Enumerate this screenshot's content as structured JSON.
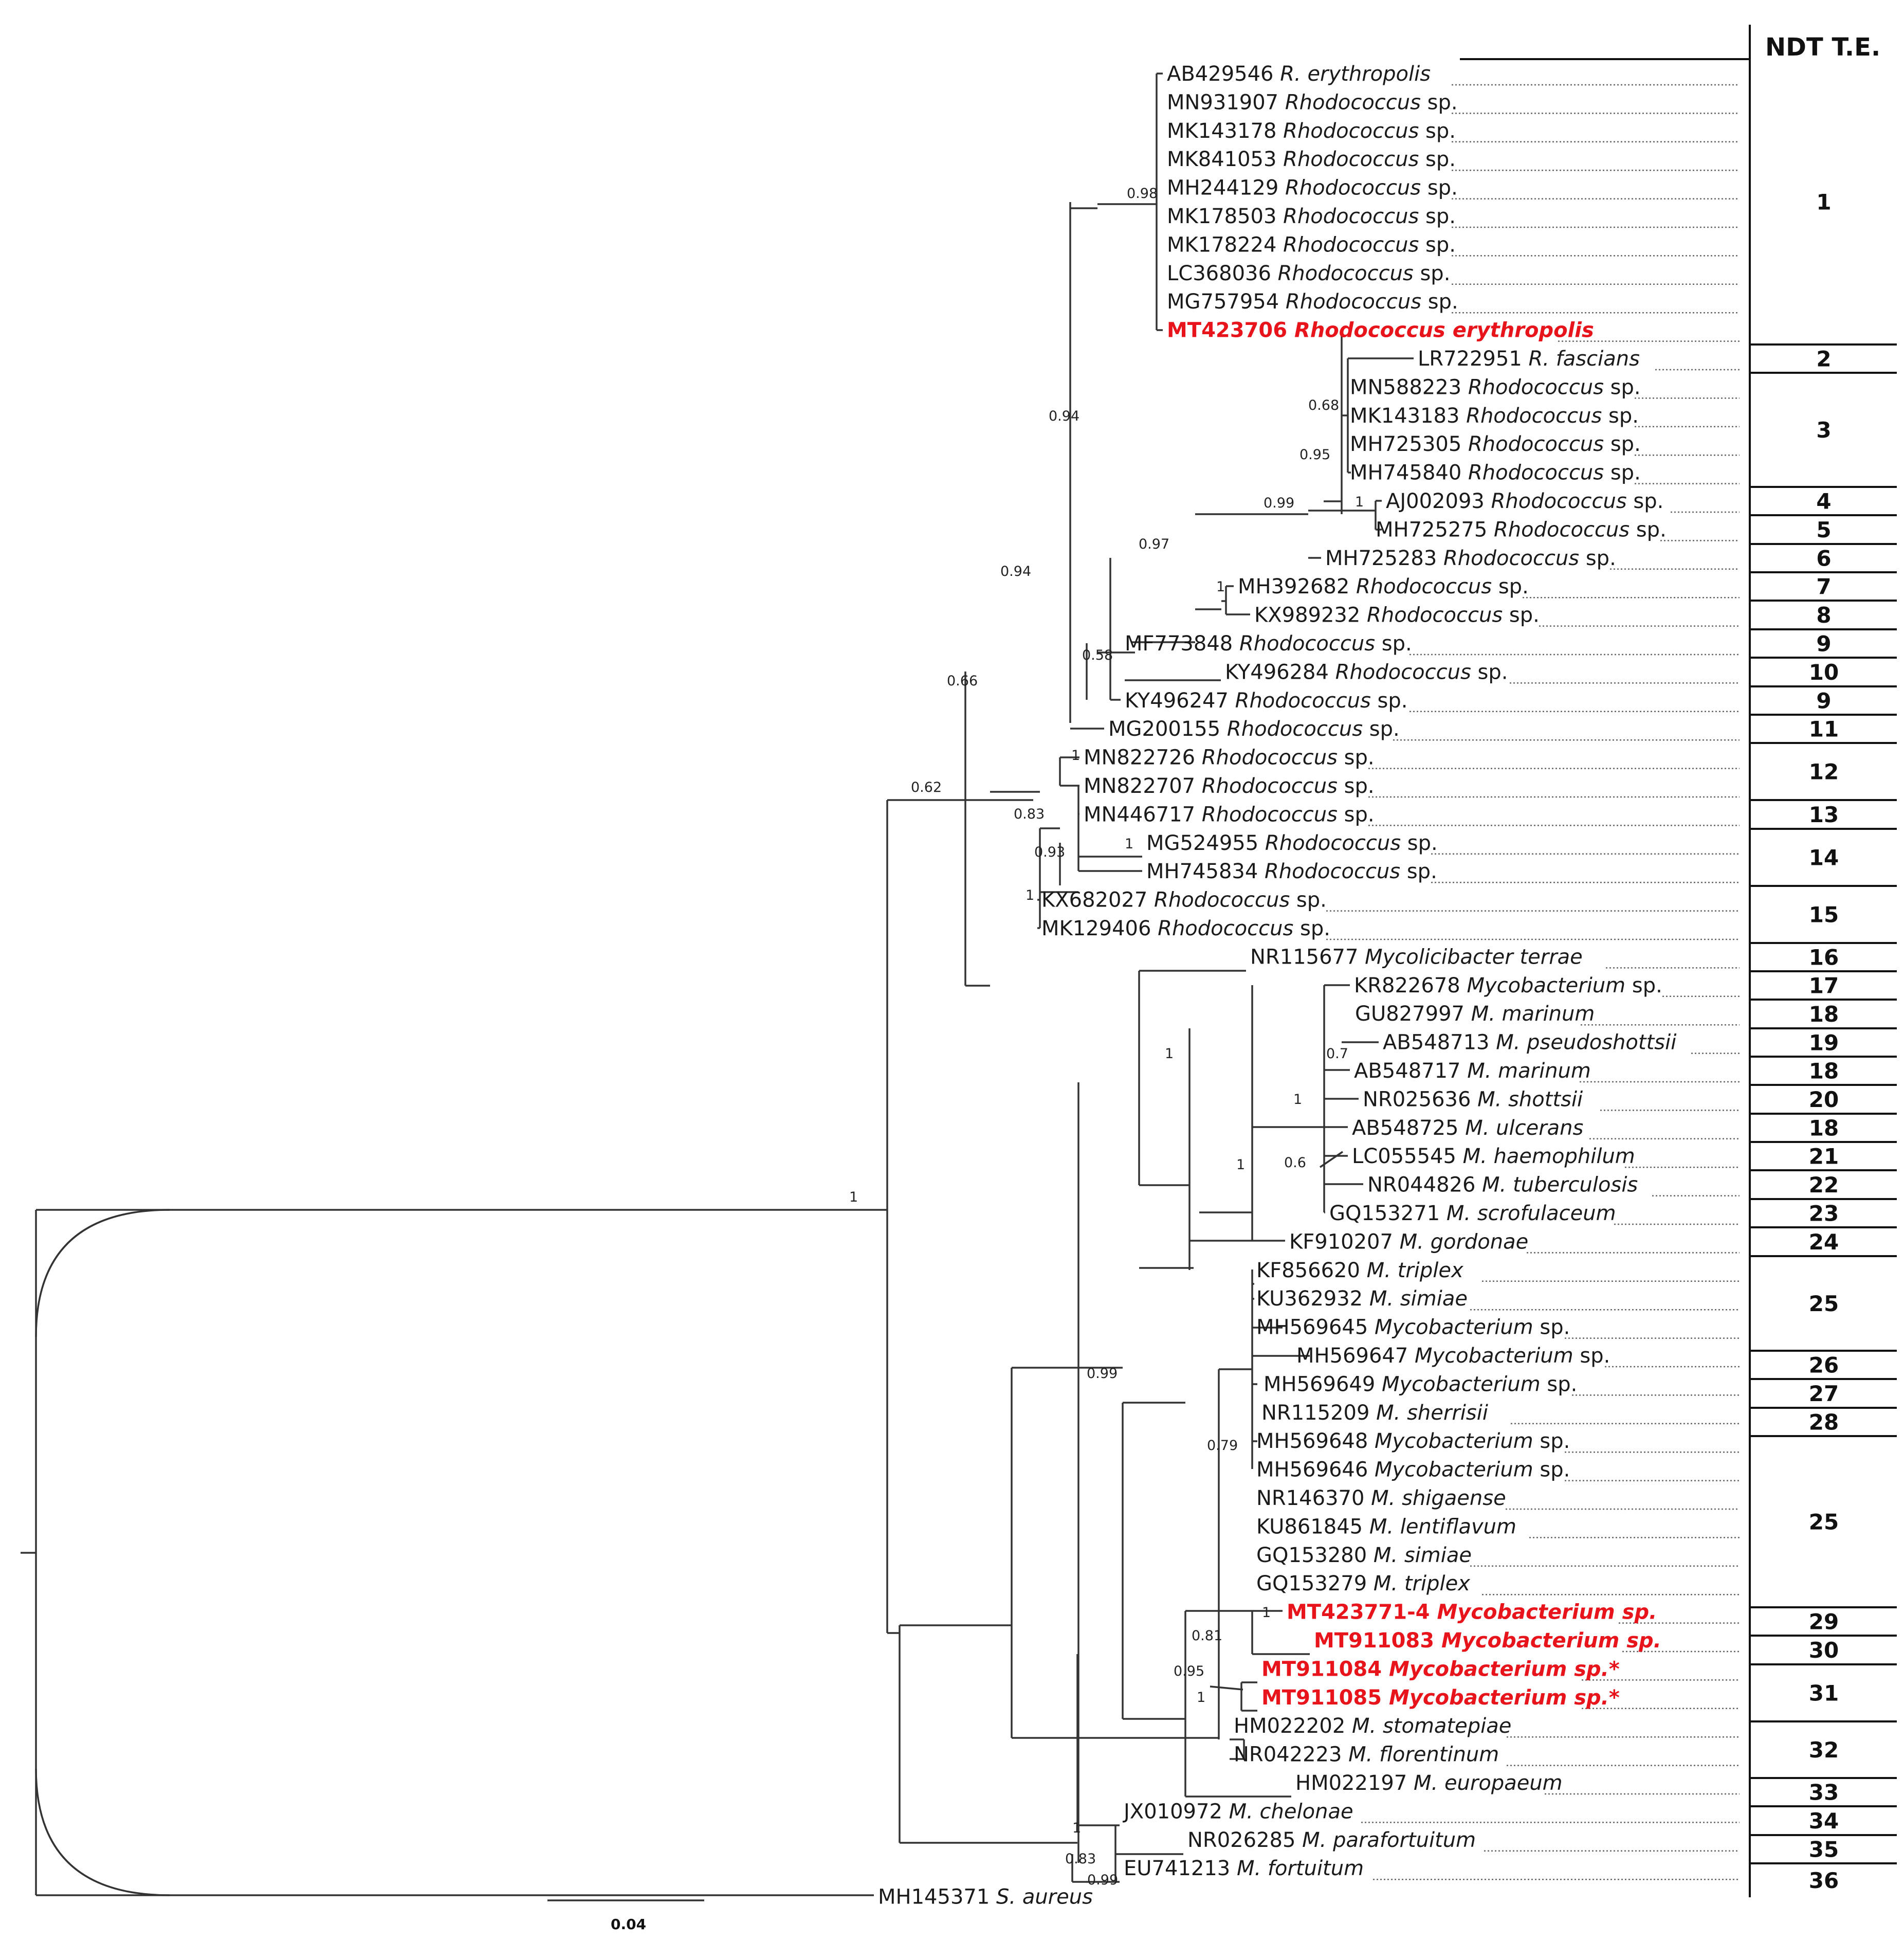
{
  "header": {
    "title": "NDT T.E."
  },
  "scale": {
    "label": "0.04"
  },
  "leaves": [
    {
      "acc": "AB429546",
      "name": "R. erythropolis",
      "suffix": ""
    },
    {
      "acc": "MN931907",
      "name": "Rhodococcus",
      "suffix": "sp."
    },
    {
      "acc": "MK143178",
      "name": "Rhodococcus",
      "suffix": "sp."
    },
    {
      "acc": "MK841053",
      "name": "Rhodococcus",
      "suffix": "sp."
    },
    {
      "acc": "MH244129",
      "name": "Rhodococcus",
      "suffix": "sp."
    },
    {
      "acc": "MK178503",
      "name": "Rhodococcus",
      "suffix": "sp."
    },
    {
      "acc": "MK178224",
      "name": "Rhodococcus",
      "suffix": "sp."
    },
    {
      "acc": "LC368036",
      "name": "Rhodococcus",
      "suffix": "sp."
    },
    {
      "acc": "MG757954",
      "name": "Rhodococcus",
      "suffix": "sp."
    },
    {
      "acc": "MT423706",
      "name": "Rhodococcus erythropolis",
      "suffix": "",
      "highlight": true
    },
    {
      "acc": "LR722951",
      "name": "R. fascians",
      "suffix": ""
    },
    {
      "acc": "MN588223",
      "name": "Rhodococcus",
      "suffix": "sp."
    },
    {
      "acc": "MK143183",
      "name": "Rhodococcus",
      "suffix": "sp."
    },
    {
      "acc": "MH725305",
      "name": "Rhodococcus",
      "suffix": "sp."
    },
    {
      "acc": "MH745840",
      "name": "Rhodococcus",
      "suffix": "sp."
    },
    {
      "acc": "AJ002093",
      "name": "Rhodococcus",
      "suffix": "sp."
    },
    {
      "acc": "MH725275",
      "name": "Rhodococcus",
      "suffix": "sp."
    },
    {
      "acc": "MH725283",
      "name": "Rhodococcus",
      "suffix": "sp."
    },
    {
      "acc": "MH392682",
      "name": "Rhodococcus",
      "suffix": "sp."
    },
    {
      "acc": "KX989232",
      "name": "Rhodococcus",
      "suffix": "sp."
    },
    {
      "acc": "MF773848",
      "name": "Rhodococcus",
      "suffix": "sp."
    },
    {
      "acc": "KY496284",
      "name": "Rhodococcus",
      "suffix": "sp."
    },
    {
      "acc": "KY496247",
      "name": "Rhodococcus",
      "suffix": "sp."
    },
    {
      "acc": "MG200155",
      "name": "Rhodococcus",
      "suffix": "sp."
    },
    {
      "acc": "MN822726",
      "name": "Rhodococcus",
      "suffix": "sp."
    },
    {
      "acc": "MN822707",
      "name": "Rhodococcus",
      "suffix": "sp."
    },
    {
      "acc": "MN446717",
      "name": "Rhodococcus",
      "suffix": "sp."
    },
    {
      "acc": "MG524955",
      "name": "Rhodococcus",
      "suffix": "sp."
    },
    {
      "acc": "MH745834",
      "name": "Rhodococcus",
      "suffix": "sp."
    },
    {
      "acc": "KX682027",
      "name": "Rhodococcus",
      "suffix": "sp."
    },
    {
      "acc": "MK129406",
      "name": "Rhodococcus",
      "suffix": "sp."
    },
    {
      "acc": "NR115677",
      "name": "Mycolicibacter terrae",
      "suffix": ""
    },
    {
      "acc": "KR822678",
      "name": "Mycobacterium",
      "suffix": "sp."
    },
    {
      "acc": "GU827997",
      "name": "M. marinum",
      "suffix": ""
    },
    {
      "acc": "AB548713",
      "name": "M. pseudoshottsii",
      "suffix": ""
    },
    {
      "acc": "AB548717",
      "name": "M. marinum",
      "suffix": ""
    },
    {
      "acc": "NR025636",
      "name": "M. shottsii",
      "suffix": ""
    },
    {
      "acc": "AB548725",
      "name": "M. ulcerans",
      "suffix": ""
    },
    {
      "acc": "LC055545",
      "name": "M. haemophilum",
      "suffix": ""
    },
    {
      "acc": "NR044826",
      "name": "M. tuberculosis",
      "suffix": ""
    },
    {
      "acc": "GQ153271",
      "name": "M. scrofulaceum",
      "suffix": ""
    },
    {
      "acc": "KF910207",
      "name": "M. gordonae",
      "suffix": ""
    },
    {
      "acc": "KF856620",
      "name": "M. triplex",
      "suffix": ""
    },
    {
      "acc": "KU362932",
      "name": "M. simiae",
      "suffix": ""
    },
    {
      "acc": "MH569645",
      "name": "Mycobacterium",
      "suffix": "sp."
    },
    {
      "acc": "MH569647",
      "name": "Mycobacterium",
      "suffix": "sp."
    },
    {
      "acc": "MH569649",
      "name": "Mycobacterium",
      "suffix": "sp."
    },
    {
      "acc": "NR115209",
      "name": "M. sherrisii",
      "suffix": ""
    },
    {
      "acc": "MH569648",
      "name": "Mycobacterium",
      "suffix": "sp."
    },
    {
      "acc": "MH569646",
      "name": "Mycobacterium",
      "suffix": "sp."
    },
    {
      "acc": "NR146370",
      "name": "M. shigaense",
      "suffix": ""
    },
    {
      "acc": "KU861845",
      "name": "M. lentiflavum",
      "suffix": ""
    },
    {
      "acc": "GQ153280",
      "name": "M. simiae",
      "suffix": ""
    },
    {
      "acc": "GQ153279",
      "name": "M. triplex",
      "suffix": ""
    },
    {
      "acc": "MT423771-4",
      "name": "Mycobacterium sp.",
      "suffix": "",
      "highlight": true
    },
    {
      "acc": "MT911083",
      "name": "Mycobacterium sp.",
      "suffix": "",
      "highlight": true
    },
    {
      "acc": "MT911084",
      "name": "Mycobacterium sp.*",
      "suffix": "",
      "highlight": true
    },
    {
      "acc": "MT911085",
      "name": "Mycobacterium sp.*",
      "suffix": "",
      "highlight": true
    },
    {
      "acc": "HM022202",
      "name": "M. stomatepiae",
      "suffix": ""
    },
    {
      "acc": "NR042223",
      "name": "M. florentinum",
      "suffix": ""
    },
    {
      "acc": "HM022197",
      "name": "M. europaeum",
      "suffix": ""
    },
    {
      "acc": "JX010972",
      "name": "M. chelonae",
      "suffix": ""
    },
    {
      "acc": "NR026285",
      "name": "M. parafortuitum",
      "suffix": ""
    },
    {
      "acc": "EU741213",
      "name": "M. fortuitum",
      "suffix": ""
    },
    {
      "acc": "MH145371",
      "name": "S. aureus",
      "suffix": ""
    }
  ],
  "support_values": [
    "0.98",
    "0.94",
    "0.94",
    "0.66",
    "0.62",
    "1",
    "0.68",
    "0.95",
    "0.99",
    "1",
    "0.97",
    "1",
    "0.58",
    "1",
    "0.83",
    "0.93",
    "1",
    "1",
    "1",
    "0.7",
    "1",
    "0.6",
    "1",
    "0.99",
    "0.79",
    "1",
    "0.81",
    "0.95",
    "1",
    "1",
    "0.83",
    "0.99"
  ],
  "te_groups": [
    "1",
    "2",
    "3",
    "4",
    "5",
    "6",
    "7",
    "8",
    "9",
    "10",
    "9",
    "11",
    "12",
    "13",
    "14",
    "15",
    "16",
    "17",
    "18",
    "19",
    "18",
    "20",
    "18",
    "21",
    "22",
    "23",
    "24",
    "25",
    "26",
    "27",
    "28",
    "25",
    "29",
    "30",
    "31",
    "32",
    "33",
    "34",
    "35",
    "36"
  ],
  "colors": {
    "highlight": "#e8141c",
    "branch": "#333333",
    "text": "#1a1a1a"
  }
}
